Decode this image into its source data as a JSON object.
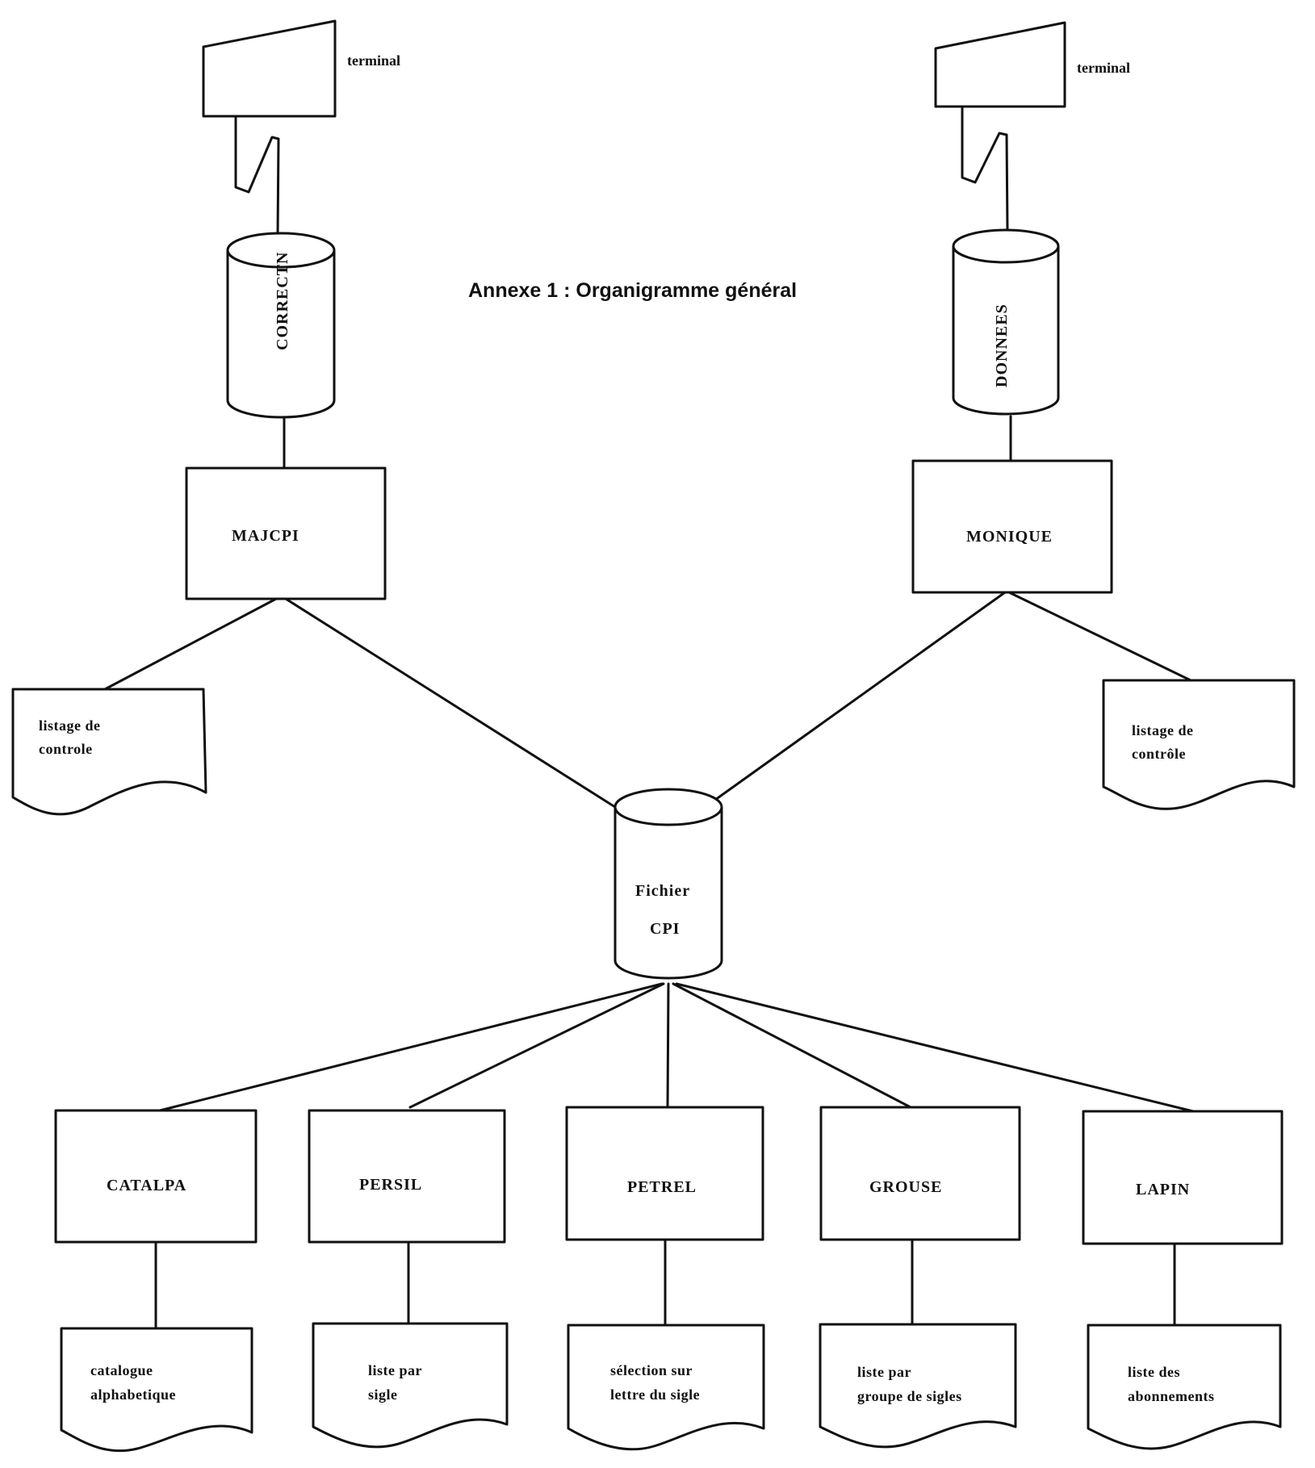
{
  "title": "Annexe 1 : Organigramme général",
  "terminals": [
    {
      "label": "terminal"
    },
    {
      "label": "terminal"
    }
  ],
  "files": {
    "correctn": "CORRECTN",
    "donnees": "DONNEES",
    "fichier_line1": "Fichier",
    "fichier_line2": "CPI"
  },
  "programs": {
    "majcpi": "MAJCPI",
    "monique": "MONIQUE",
    "catalpa": "CATALPA",
    "persil": "PERSIL",
    "petrel": "PETREL",
    "grouse": "GROUSE",
    "lapin": "LAPIN"
  },
  "outputs": {
    "left_control": [
      "listage de",
      "controle"
    ],
    "right_control": [
      "listage de",
      "contrôle"
    ],
    "catalpa": [
      "catalogue",
      "alphabetique"
    ],
    "persil": [
      "liste par",
      "sigle"
    ],
    "petrel": [
      "sélection sur",
      "lettre du sigle"
    ],
    "grouse": [
      "liste par",
      "groupe de sigles"
    ],
    "lapin": [
      "liste des",
      "abonnements"
    ]
  }
}
